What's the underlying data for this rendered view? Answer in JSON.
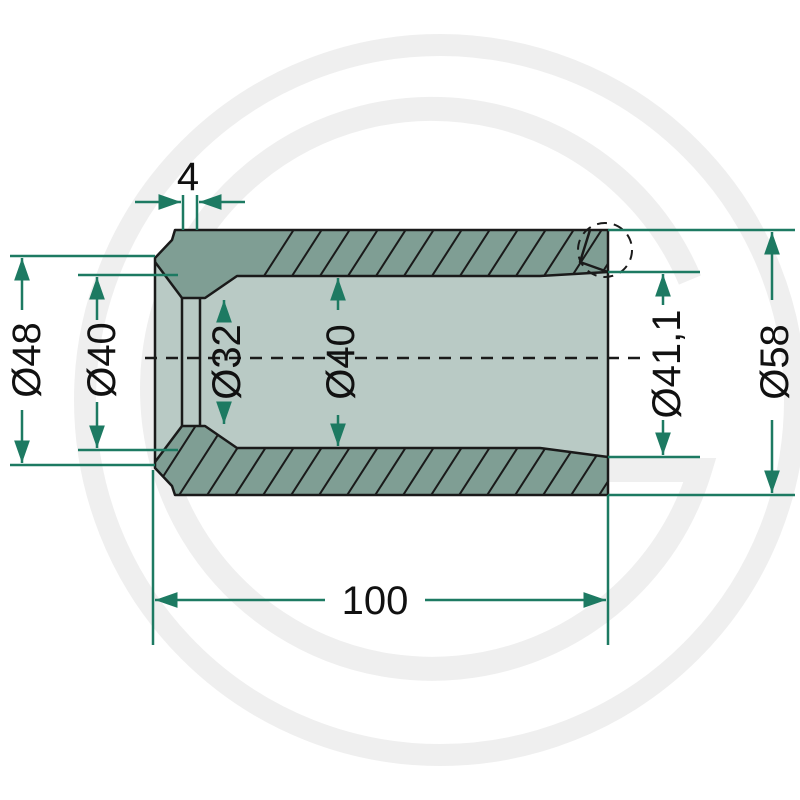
{
  "drawing": {
    "type": "bushing cross-section",
    "colors": {
      "dimension": "#1d7a62",
      "section": "#7f9e94",
      "bore": "#b9cac5",
      "watermark": "#efefef"
    },
    "dimensions": {
      "chamfer_width": "4",
      "outer_left_diameter": "Ø48",
      "inner_left_diameter": "Ø40",
      "inlet_diameter": "Ø32",
      "bore_diameter": "Ø40",
      "right_bore_diameter": "Ø41,1",
      "outer_diameter": "Ø58",
      "length": "100"
    }
  }
}
